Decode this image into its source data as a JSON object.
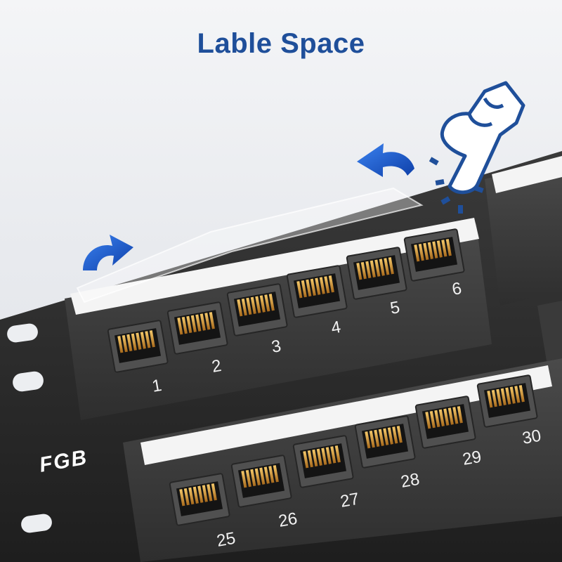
{
  "header": {
    "title": "Lable Space"
  },
  "brand": {
    "logo": "FGB"
  },
  "ports": {
    "upper_row": [
      "1",
      "2",
      "3",
      "4",
      "5",
      "6"
    ],
    "lower_row": [
      "25",
      "26",
      "27",
      "28",
      "29",
      "30"
    ]
  },
  "colors": {
    "title": "#1f4f9a",
    "panel": "#2b2b2b",
    "arrow": "#1f5fd6",
    "hand": "#1f4f9a"
  },
  "icons": [
    "curved-arrow-left-icon",
    "curved-arrow-up-icon",
    "pointing-hand-icon"
  ]
}
